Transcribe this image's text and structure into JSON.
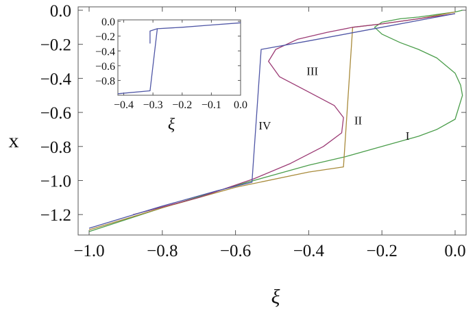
{
  "chart_data": [
    {
      "type": "line",
      "title": "",
      "xlabel": "ξ",
      "ylabel": "x",
      "xlim": [
        -1.03,
        0.03
      ],
      "ylim": [
        -1.32,
        0.02
      ],
      "xticks": [
        -1.0,
        -0.8,
        -0.6,
        -0.4,
        -0.2,
        0.0
      ],
      "xtick_labels": [
        "−1.0",
        "−0.8",
        "−0.6",
        "−0.4",
        "−0.2",
        "0.0"
      ],
      "yticks": [
        0.0,
        -0.2,
        -0.4,
        -0.6,
        -0.8,
        -1.0,
        -1.2
      ],
      "ytick_labels": [
        "0.0",
        "−0.2",
        "−0.4",
        "−0.6",
        "−0.8",
        "−1.0",
        "−1.2"
      ],
      "grid": false,
      "legend": "none",
      "series": [
        {
          "name": "I",
          "color": "#4a9d4a",
          "x": [
            -1.0,
            -0.8,
            -0.6,
            -0.4,
            -0.3,
            -0.2,
            -0.1,
            -0.05,
            0.0,
            0.02,
            0.015,
            0.0,
            -0.05,
            -0.1,
            -0.15,
            -0.2,
            -0.22,
            -0.2,
            -0.15,
            -0.1,
            -0.05,
            0.0,
            0.02
          ],
          "y": [
            -1.3,
            -1.16,
            -1.03,
            -0.91,
            -0.86,
            -0.8,
            -0.74,
            -0.7,
            -0.64,
            -0.5,
            -0.44,
            -0.37,
            -0.28,
            -0.23,
            -0.19,
            -0.14,
            -0.1,
            -0.07,
            -0.05,
            -0.04,
            -0.025,
            -0.01,
            0.0
          ]
        },
        {
          "name": "II",
          "color": "#a88a3a",
          "x": [
            -1.0,
            -0.8,
            -0.6,
            -0.4,
            -0.305,
            -0.28,
            -0.2,
            -0.1,
            0.0
          ],
          "y": [
            -1.29,
            -1.16,
            -1.04,
            -0.95,
            -0.92,
            -0.1,
            -0.08,
            -0.05,
            -0.01
          ]
        },
        {
          "name": "III",
          "color": "#9b3a74",
          "x": [
            -0.88,
            -0.7,
            -0.55,
            -0.45,
            -0.36,
            -0.31,
            -0.305,
            -0.33,
            -0.4,
            -0.48,
            -0.51,
            -0.49,
            -0.43,
            -0.35,
            -0.28,
            -0.2,
            -0.1,
            0.0
          ],
          "y": [
            -1.2,
            -1.1,
            -0.99,
            -0.9,
            -0.8,
            -0.72,
            -0.63,
            -0.56,
            -0.48,
            -0.39,
            -0.3,
            -0.23,
            -0.17,
            -0.13,
            -0.1,
            -0.08,
            -0.05,
            -0.02
          ]
        },
        {
          "name": "IV",
          "color": "#4e55a5",
          "x": [
            -1.0,
            -0.8,
            -0.65,
            -0.555,
            -0.53,
            -0.4,
            -0.2,
            0.0
          ],
          "y": [
            -1.28,
            -1.15,
            -1.06,
            -1.01,
            -0.23,
            -0.18,
            -0.1,
            -0.02
          ]
        }
      ],
      "annotations": [
        {
          "text": "I",
          "x": -0.13,
          "y": -0.76
        },
        {
          "text": "II",
          "x": -0.265,
          "y": -0.67
        },
        {
          "text": "III",
          "x": -0.39,
          "y": -0.38
        },
        {
          "text": "IV",
          "x": -0.52,
          "y": -0.7
        }
      ]
    },
    {
      "type": "line",
      "title": "",
      "xlabel": "ξ",
      "ylabel": "",
      "xlim": [
        -0.42,
        0.0
      ],
      "ylim": [
        -1.0,
        0.02
      ],
      "xticks": [
        -0.4,
        -0.3,
        -0.2,
        -0.1,
        0.0
      ],
      "xtick_labels": [
        "−0.4",
        "−0.3",
        "−0.2",
        "−0.1",
        "0.0"
      ],
      "yticks": [
        0.0,
        -0.2,
        -0.4,
        -0.6,
        -0.8
      ],
      "ytick_labels": [
        "0.0",
        "−0.2",
        "−0.4",
        "−0.6",
        "−0.8"
      ],
      "grid": false,
      "legend": "none",
      "series": [
        {
          "color": "#4e55a5",
          "x": [
            -0.42,
            -0.31,
            -0.285,
            -0.2,
            -0.1,
            0.0
          ],
          "y": [
            -0.98,
            -0.94,
            -0.1,
            -0.08,
            -0.05,
            -0.02
          ]
        },
        {
          "color": "#4e55a5",
          "x": [
            -0.31,
            -0.31,
            -0.285
          ],
          "y": [
            -0.3,
            -0.13,
            -0.1
          ]
        }
      ]
    }
  ]
}
